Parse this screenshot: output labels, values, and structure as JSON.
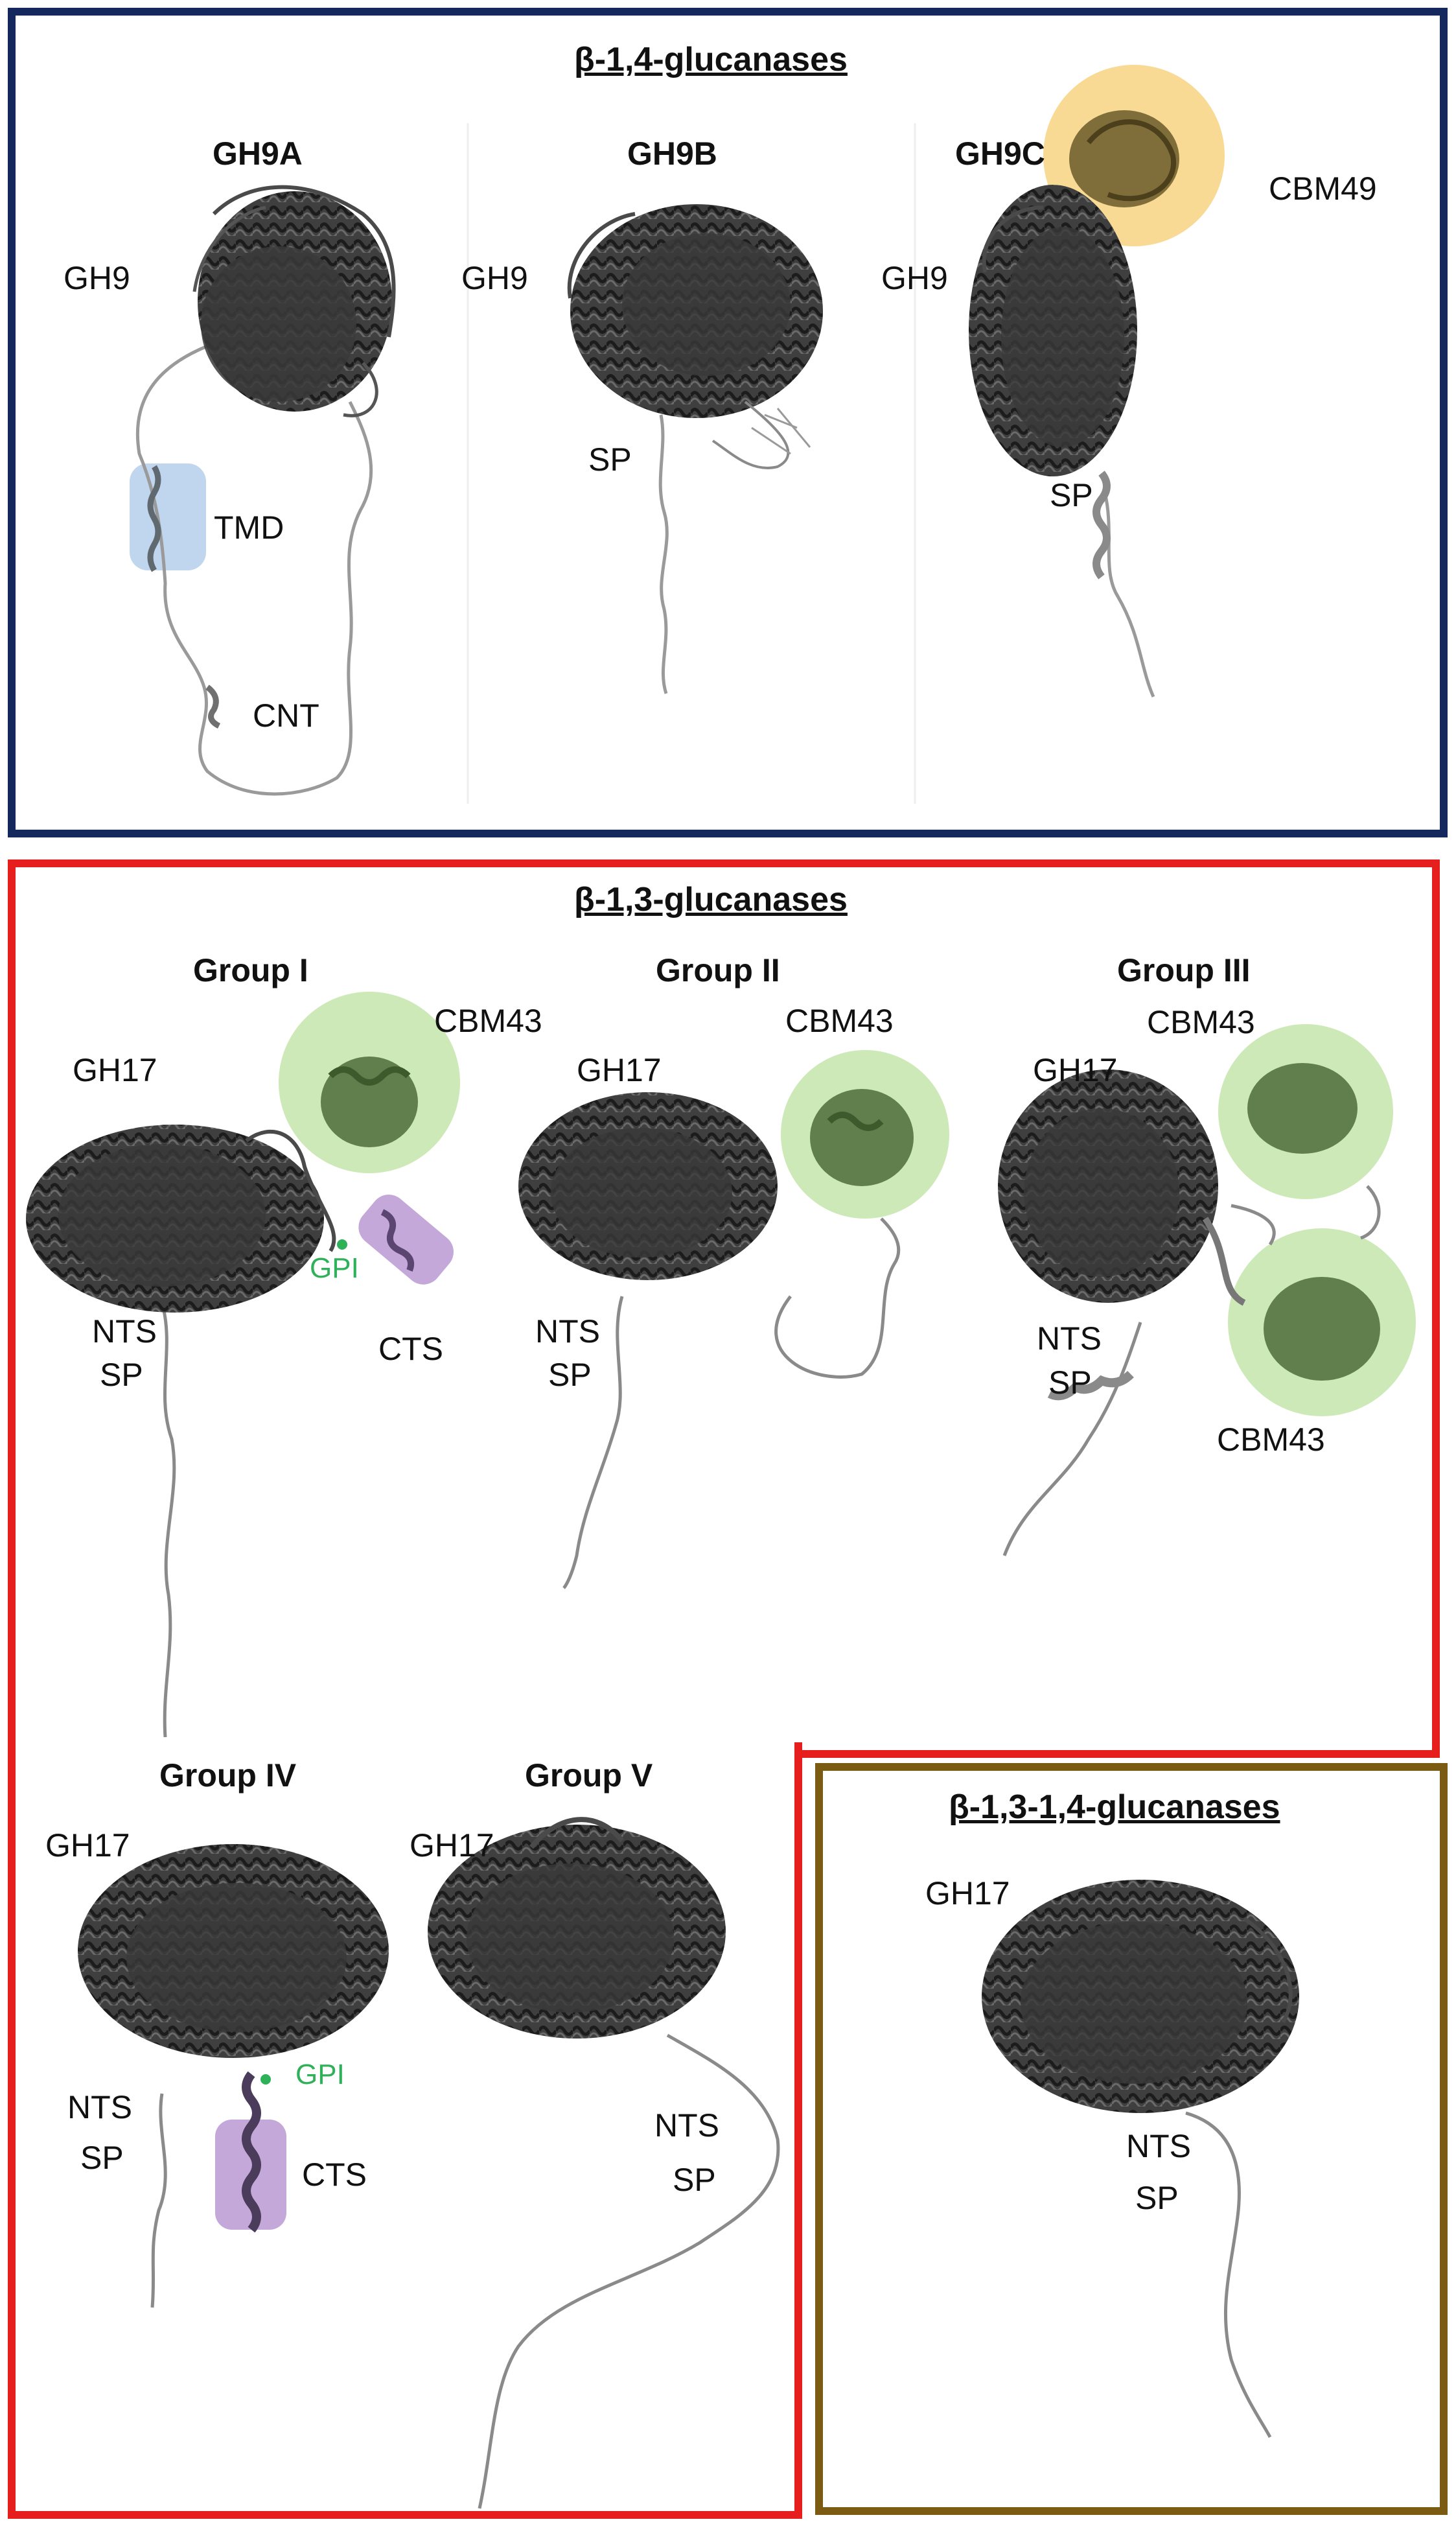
{
  "panels": {
    "beta14": {
      "title": "β-1,4-glucanases",
      "border_color": "#14285e",
      "structures": [
        {
          "name": "GH9A",
          "labels": [
            "GH9",
            "TMD",
            "CNT"
          ]
        },
        {
          "name": "GH9B",
          "labels": [
            "GH9",
            "SP"
          ]
        },
        {
          "name": "GH9C",
          "labels": [
            "GH9",
            "CBM49",
            "SP"
          ]
        }
      ]
    },
    "beta13": {
      "title": "β-1,3-glucanases",
      "border_color": "#e61e1e",
      "structures": [
        {
          "name": "Group I",
          "labels": [
            "GH17",
            "CBM43",
            "GPI",
            "NTS",
            "SP",
            "CTS"
          ]
        },
        {
          "name": "Group II",
          "labels": [
            "GH17",
            "CBM43",
            "NTS",
            "SP"
          ]
        },
        {
          "name": "Group III",
          "labels": [
            "GH17",
            "CBM43",
            "NTS",
            "SP",
            "CBM43"
          ]
        },
        {
          "name": "Group IV",
          "labels": [
            "GH17",
            "NTS",
            "SP",
            "GPI",
            "CTS"
          ]
        },
        {
          "name": "Group V",
          "labels": [
            "GH17",
            "NTS",
            "SP"
          ]
        }
      ]
    },
    "beta1314": {
      "title": "β-1,3-1,4-glucanases ",
      "border_color": "#7b5a12",
      "structures": [
        {
          "name": "",
          "labels": [
            "GH17",
            "NTS",
            "SP"
          ]
        }
      ]
    }
  },
  "highlight_colors": {
    "TMD": "#a9c8e8",
    "CBM49": "#f5c65a",
    "CBM43": "#b9df9a",
    "CTS": "#b592cf",
    "GPI": "#2fb15a"
  }
}
